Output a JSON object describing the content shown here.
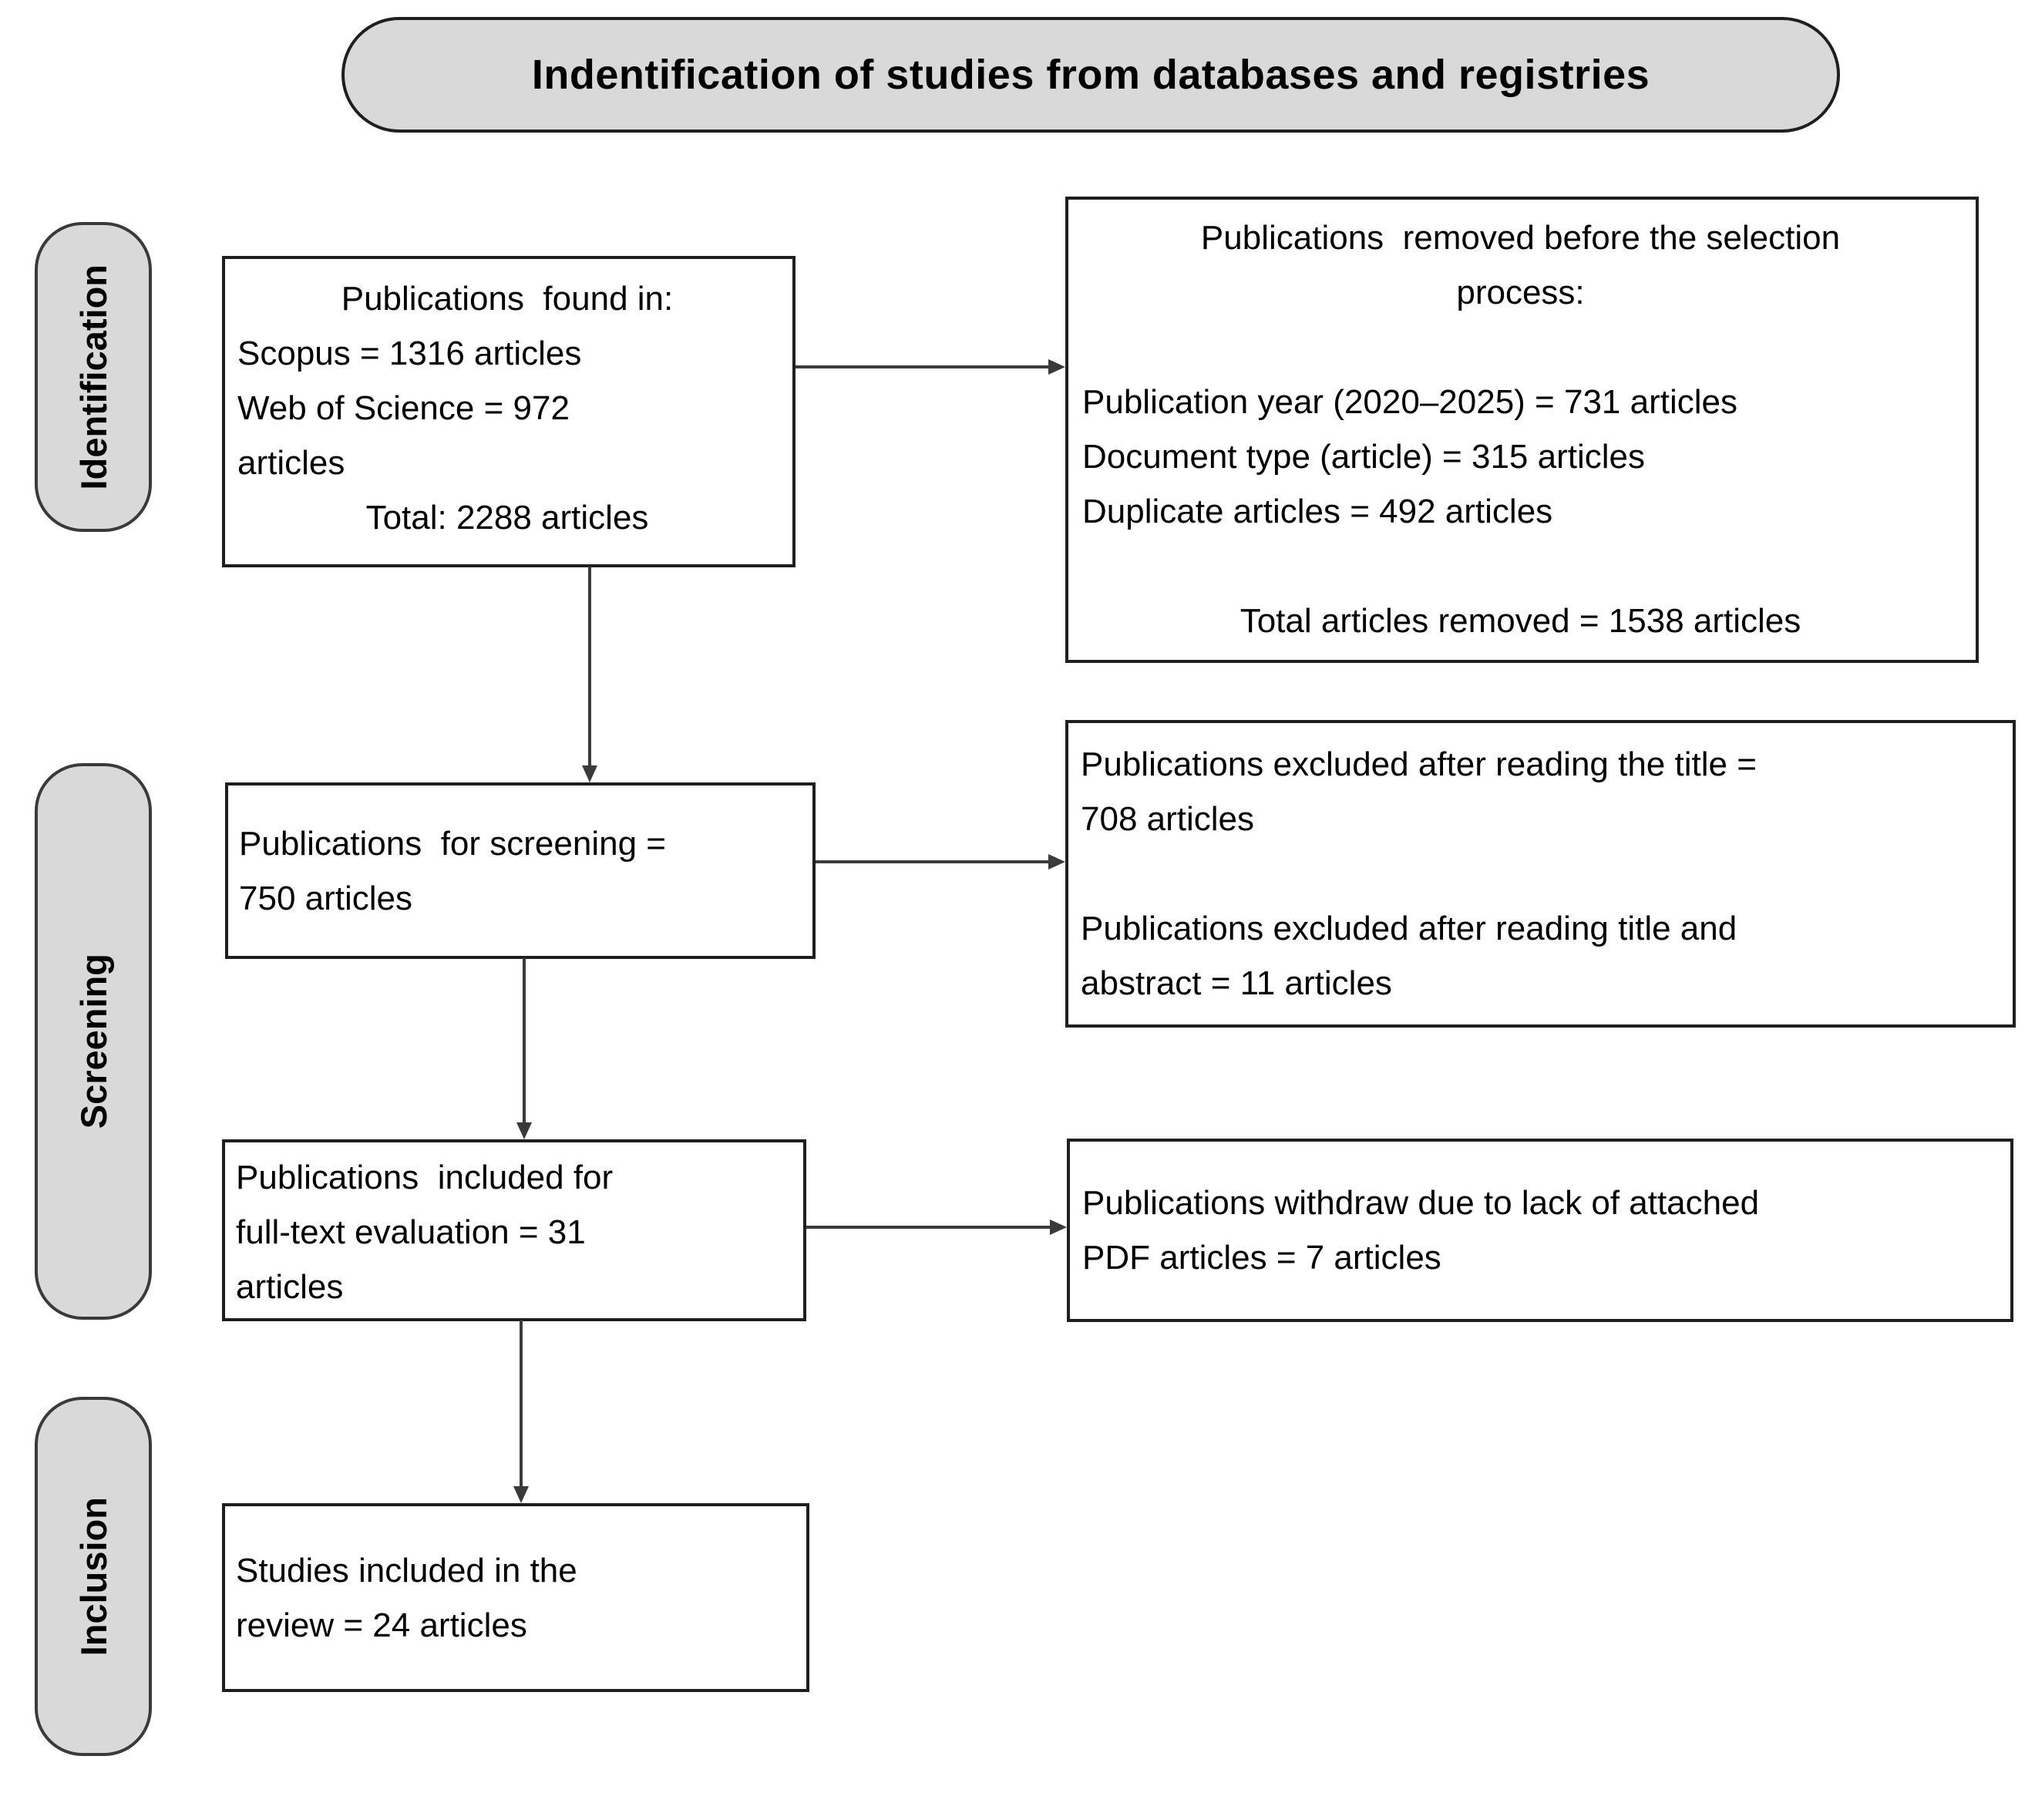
{
  "title": "Indentification of studies from databases and registries",
  "stages": {
    "identification": "Identification",
    "screening": "Screening",
    "inclusion": "Inclusion"
  },
  "boxes": {
    "found": {
      "lines": [
        "Publications  found in:",
        "Scopus = 1316 articles",
        "Web of Science = 972",
        "articles",
        "Total: 2288 articles"
      ]
    },
    "removed": {
      "lines": [
        "Publications  removed before the selection",
        "process:",
        "",
        "Publication year (2020–2025) = 731 articles",
        "Document type (article) = 315 articles",
        "Duplicate articles = 492 articles",
        "",
        "Total articles removed = 1538 articles"
      ]
    },
    "screening": {
      "lines": [
        "Publications  for screening =",
        "750 articles"
      ]
    },
    "excluded": {
      "lines": [
        "Publications excluded after reading the title =",
        "708 articles",
        "",
        "Publications excluded after reading title and",
        "abstract = 11 articles"
      ]
    },
    "fulltext": {
      "lines": [
        "Publications  included for",
        "full-text evaluation = 31",
        "articles"
      ]
    },
    "withdraw": {
      "lines": [
        "Publications withdraw due to lack of attached",
        "PDF articles = 7 articles"
      ]
    },
    "included": {
      "lines": [
        "Studies included in the",
        "review = 24 articles"
      ]
    }
  },
  "colors": {
    "panel_fill": "#d9d9d9",
    "border": "#1f1f1f",
    "arrow": "#3a3a3a"
  }
}
